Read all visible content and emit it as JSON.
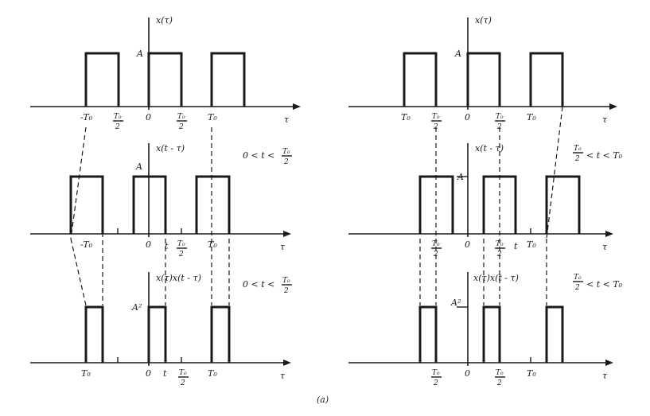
{
  "caption": "(a)",
  "labels": {
    "x_tau": "x(τ)",
    "x_t_minus_tau": "x(t - τ)",
    "product": "x(τ)x(t - τ)",
    "A": "A",
    "A2": "A²",
    "tau": "τ",
    "neg_T0": "-T₀",
    "T0": "T₀",
    "zero": "0",
    "t": "t",
    "T0_num": "T₀",
    "two": "2",
    "cond_left_pre": "0 < t <",
    "cond_right_post": "< t < T₀"
  }
}
